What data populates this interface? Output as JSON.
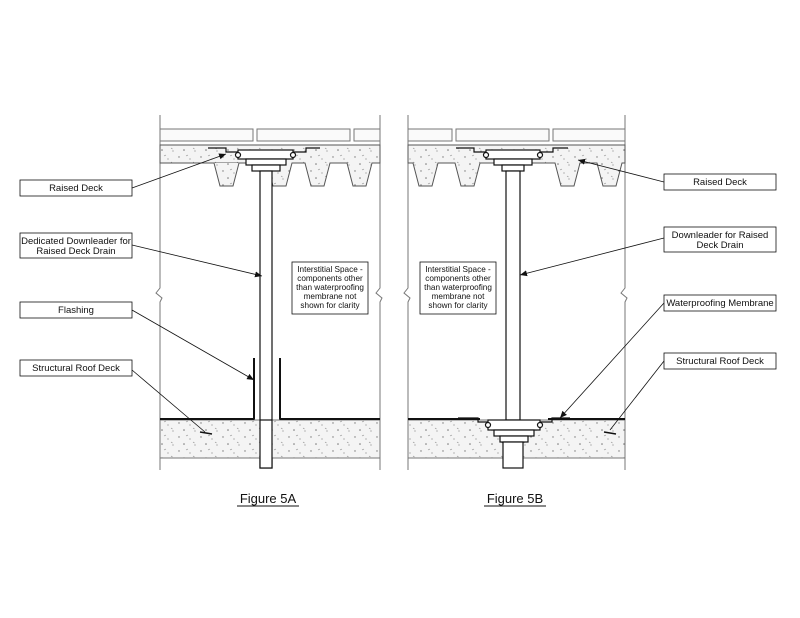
{
  "figures": [
    {
      "caption": "Figure 5A",
      "labels": {
        "raised_deck": "Raised Deck",
        "downleader_line1": "Dedicated Downleader for",
        "downleader_line2": "Raised Deck Drain",
        "flashing": "Flashing",
        "structural_roof_deck": "Structural Roof Deck"
      },
      "note_lines": [
        "Interstitial Space -",
        "components other",
        "than waterproofing",
        "membrane not",
        "shown for clarity"
      ]
    },
    {
      "caption": "Figure 5B",
      "labels": {
        "raised_deck": "Raised Deck",
        "downleader_line1": "Downleader for Raised",
        "downleader_line2": "Deck Drain",
        "waterproofing_membrane": "Waterproofing Membrane",
        "structural_roof_deck": "Structural Roof Deck"
      },
      "note_lines": [
        "Interstitial Space -",
        "components other",
        "than waterproofing",
        "membrane not",
        "shown for clarity"
      ]
    }
  ]
}
